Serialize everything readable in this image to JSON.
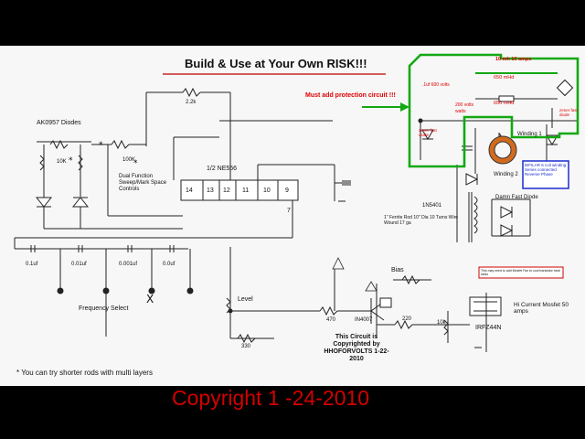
{
  "title": "Build & Use at Your Own RISK!!!",
  "warning": "Must add protection circuit !!!",
  "copyright": "Copyright 1 -24-2010",
  "ic": {
    "name": "1/2 NE556",
    "pins": [
      "14",
      "13",
      "12",
      "11",
      "10",
      "9",
      "7"
    ]
  },
  "labels": {
    "diodes": "AK0957 Diodes",
    "dual_function": "Dual Function Sweep/Mark Space Controls",
    "freq_select": "Frequency Select",
    "level": "Level",
    "bias": "Bias",
    "mosfet": "IRFZ44N",
    "mosfet_hi": "Hi Current Mosfet 50 amps",
    "transistor": "IN4007",
    "copyright_note": "This Circuit is Copyrighted by HHOFORVOLTS 1-22-2010",
    "shorter_rods": "* You can try shorter rods with multi layers",
    "res_top": "2.2k",
    "res_10k": "10K",
    "res_100k": "100K",
    "res_470": "470",
    "res_220": "220",
    "res_330": "330",
    "res_10k_b": "10k",
    "cap_1": "0.1uf",
    "cap_2": "0.01uf",
    "cap_3": "0.001uf",
    "cap_4": "0.0uf",
    "ferrite": "1\" Ferrite Rod 10\" Dia 10 Turns Wire Wound 17 ga",
    "diode_1": "1N5401",
    "damn_fast": "Damn Fast Diode",
    "winding1": "Winding 1",
    "winding2": "Winding 2",
    "blue_box": "BIFILAR 6 coil winding Series connected Reverse Phase",
    "red_box": "This may need to add Mosfet Fan to cool transistor heat sinks",
    "uf_700": ".1uf 600 volts",
    "mh_650a": "650 mHd",
    "mh_650b": "650 mHd",
    "volts_200": "200 volts watts",
    "amps_10": "10 mh 10 amps",
    "zener": "zener fast diode",
    "zener2": "zener fast diode"
  }
}
